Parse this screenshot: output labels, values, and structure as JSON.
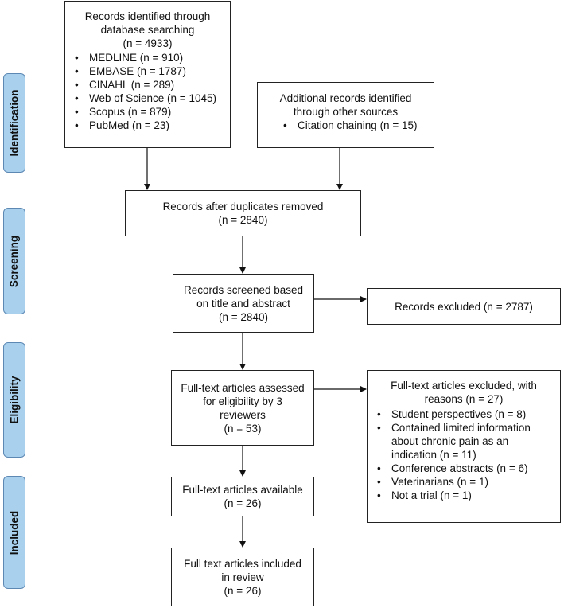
{
  "stages": {
    "identification": "Identification",
    "screening": "Screening",
    "eligibility": "Eligibility",
    "included": "Included"
  },
  "identified_db": {
    "line1": "Records identified through",
    "line2": "database searching",
    "line3": "(n = 4933)",
    "items": [
      "MEDLINE (n = 910)",
      "EMBASE (n = 1787)",
      "CINAHL (n = 289)",
      "Web of Science (n = 1045)",
      "Scopus (n = 879)",
      "PubMed (n = 23)"
    ]
  },
  "identified_other": {
    "line1": "Additional records identified",
    "line2": "through other sources",
    "items": [
      "Citation chaining (n = 15)"
    ]
  },
  "after_duplicates": {
    "line1": "Records after duplicates removed",
    "line2": "(n = 2840)"
  },
  "screened": {
    "line1": "Records screened based",
    "line2": "on title and abstract",
    "line3": "(n = 2840)"
  },
  "excluded_records": {
    "line1": "Records excluded (n = 2787)"
  },
  "fulltext_assessed": {
    "line1": "Full-text articles assessed",
    "line2": "for eligibility by 3",
    "line3": "reviewers",
    "line4": "(n = 53)"
  },
  "fulltext_excluded": {
    "line1": "Full-text articles excluded, with",
    "line2": "reasons (n = 27)",
    "items": [
      "Student perspectives (n = 8)",
      "Contained limited information about chronic pain as an indication (n = 11)",
      "Conference abstracts (n = 6)",
      "Veterinarians (n = 1)",
      "Not a trial (n = 1)"
    ]
  },
  "fulltext_available": {
    "line1": "Full-text articles available",
    "line2": "(n = 26)"
  },
  "included_review": {
    "line1": "Full text articles included",
    "line2": "in review",
    "line3": "(n = 26)"
  }
}
